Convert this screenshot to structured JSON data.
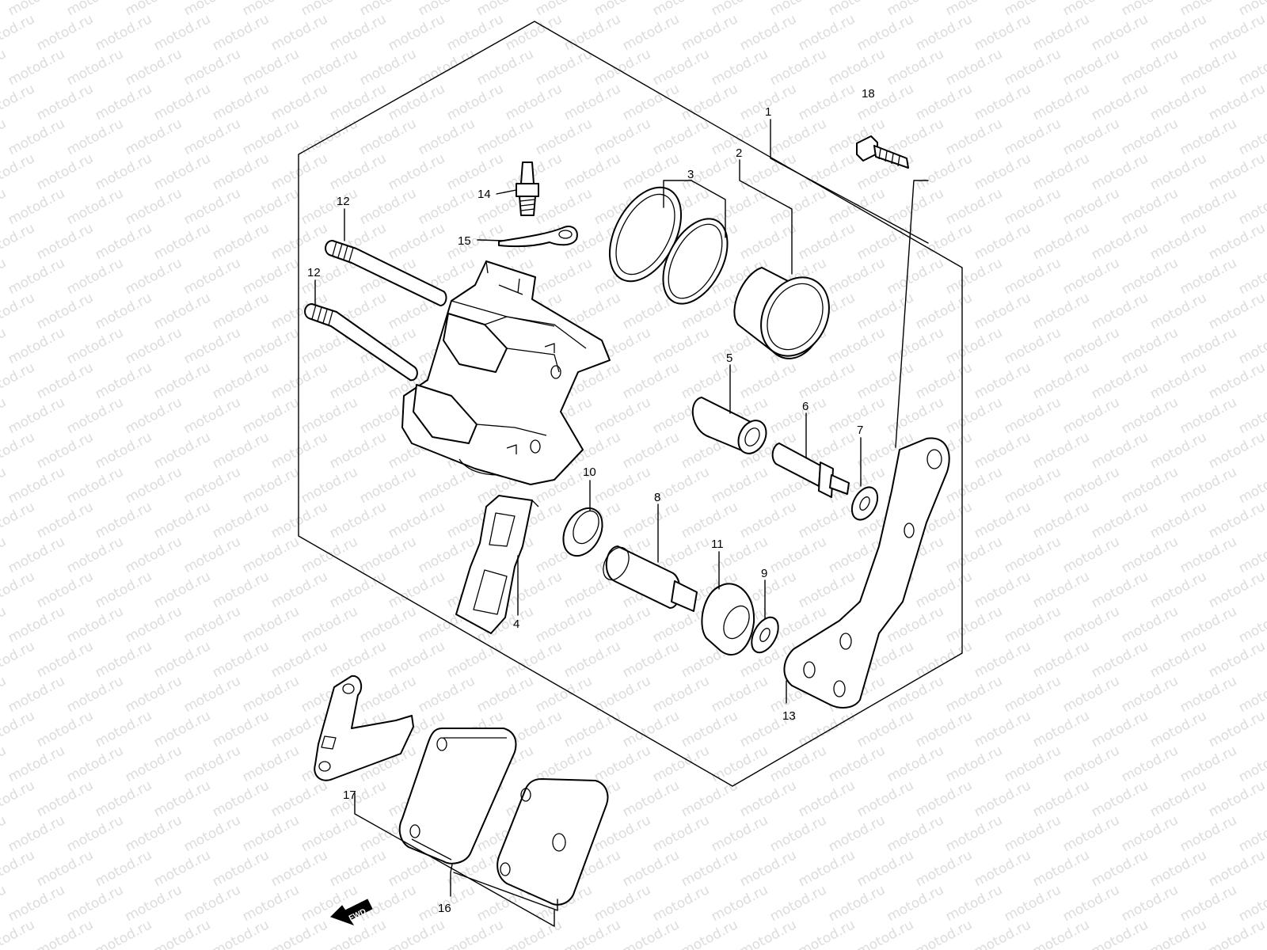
{
  "watermark": "motod.ru",
  "fwd_label": "FWD",
  "callouts": {
    "c1": "1",
    "c2": "2",
    "c3": "3",
    "c4": "4",
    "c5": "5",
    "c6": "6",
    "c7": "7",
    "c8": "8",
    "c9": "9",
    "c10": "10",
    "c11": "11",
    "c12a": "12",
    "c12b": "12",
    "c13": "13",
    "c14": "14",
    "c15": "15",
    "c16": "16",
    "c17": "17",
    "c18": "18"
  },
  "colors": {
    "line": "#000000",
    "watermark": "#dcdcdc",
    "background": "#ffffff"
  }
}
